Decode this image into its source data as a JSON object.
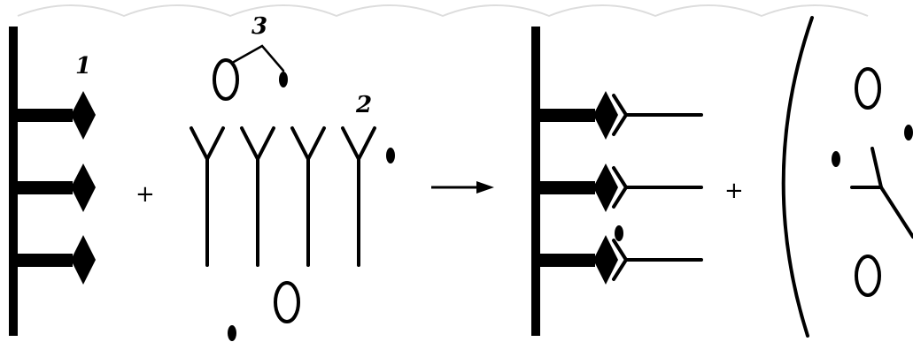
{
  "diagram": {
    "labels": {
      "one": "1",
      "two": "2",
      "three": "3"
    },
    "operators": {
      "plus_1": "+",
      "plus_2": "+"
    },
    "colors": {
      "ink": "#000000",
      "background": "#ffffff"
    }
  }
}
